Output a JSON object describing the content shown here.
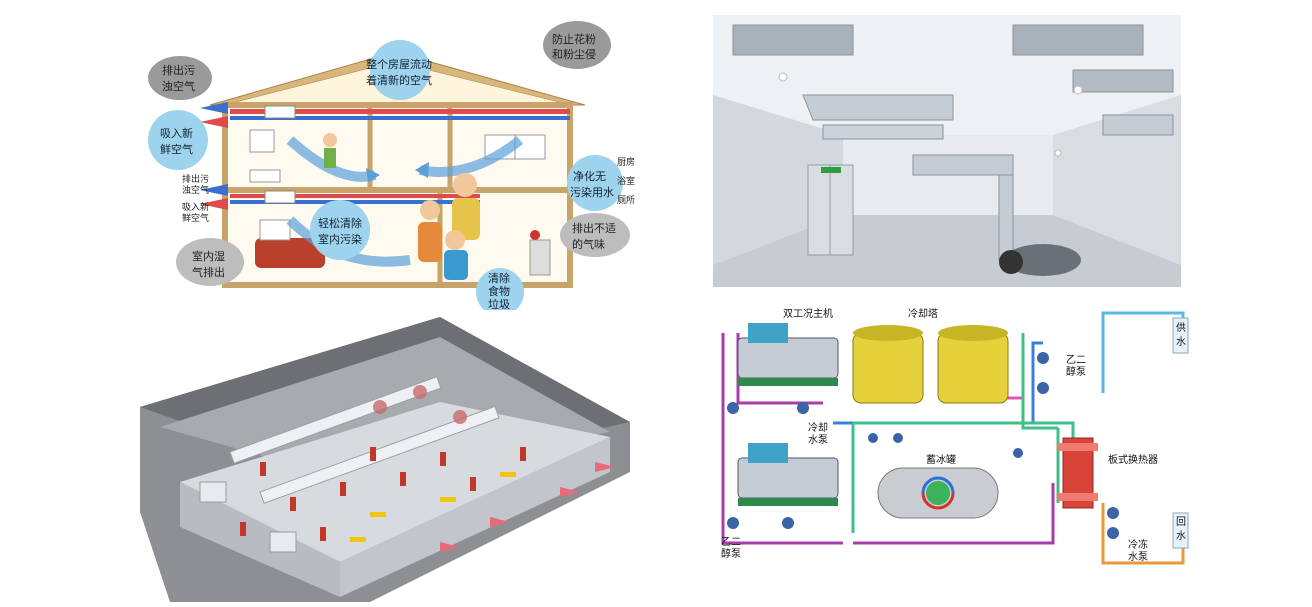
{
  "house": {
    "title_line1": "整个房屋流动",
    "title_line2": "着清新的空气",
    "exhaust_dirty_line1": "排出污",
    "exhaust_dirty_line2": "浊空气",
    "intake_fresh_line1": "吸入新",
    "intake_fresh_line2": "鲜空气",
    "exhaust_dirty_small": "排出污\n浊空气",
    "intake_fresh_small": "吸入新\n鲜空气",
    "pollen_line1": "防止花粉",
    "pollen_line2": "和粉尘侵",
    "purify_line1": "净化无",
    "purify_line2": "污染用水",
    "kitchen": "厨房",
    "bathroom": "浴室",
    "toilet": "厕所",
    "easy_clean_line1": "轻松清除",
    "easy_clean_line2": "室内污染",
    "odor_line1": "排出不适",
    "odor_line2": "的气味",
    "humid_line1": "室内湿",
    "humid_line2": "气排出",
    "food_line1": "清除",
    "food_line2": "食物",
    "food_line3": "垃圾"
  },
  "cooling": {
    "chiller_label": "双工况主机",
    "tower_label": "冷却塔",
    "glycol_pump_right_1": "乙二",
    "glycol_pump_right_2": "醇泵",
    "cooling_pump_1": "冷却",
    "cooling_pump_2": "水泵",
    "ice_tank": "蓄冰罐",
    "plate_hx": "板式换热器",
    "glycol_pump_left_1": "乙二",
    "glycol_pump_left_2": "醇泵",
    "chilled_pump_1": "冷冻",
    "chilled_pump_2": "水泵",
    "supply_1": "供",
    "supply_2": "水",
    "return_1": "回",
    "return_2": "水"
  }
}
